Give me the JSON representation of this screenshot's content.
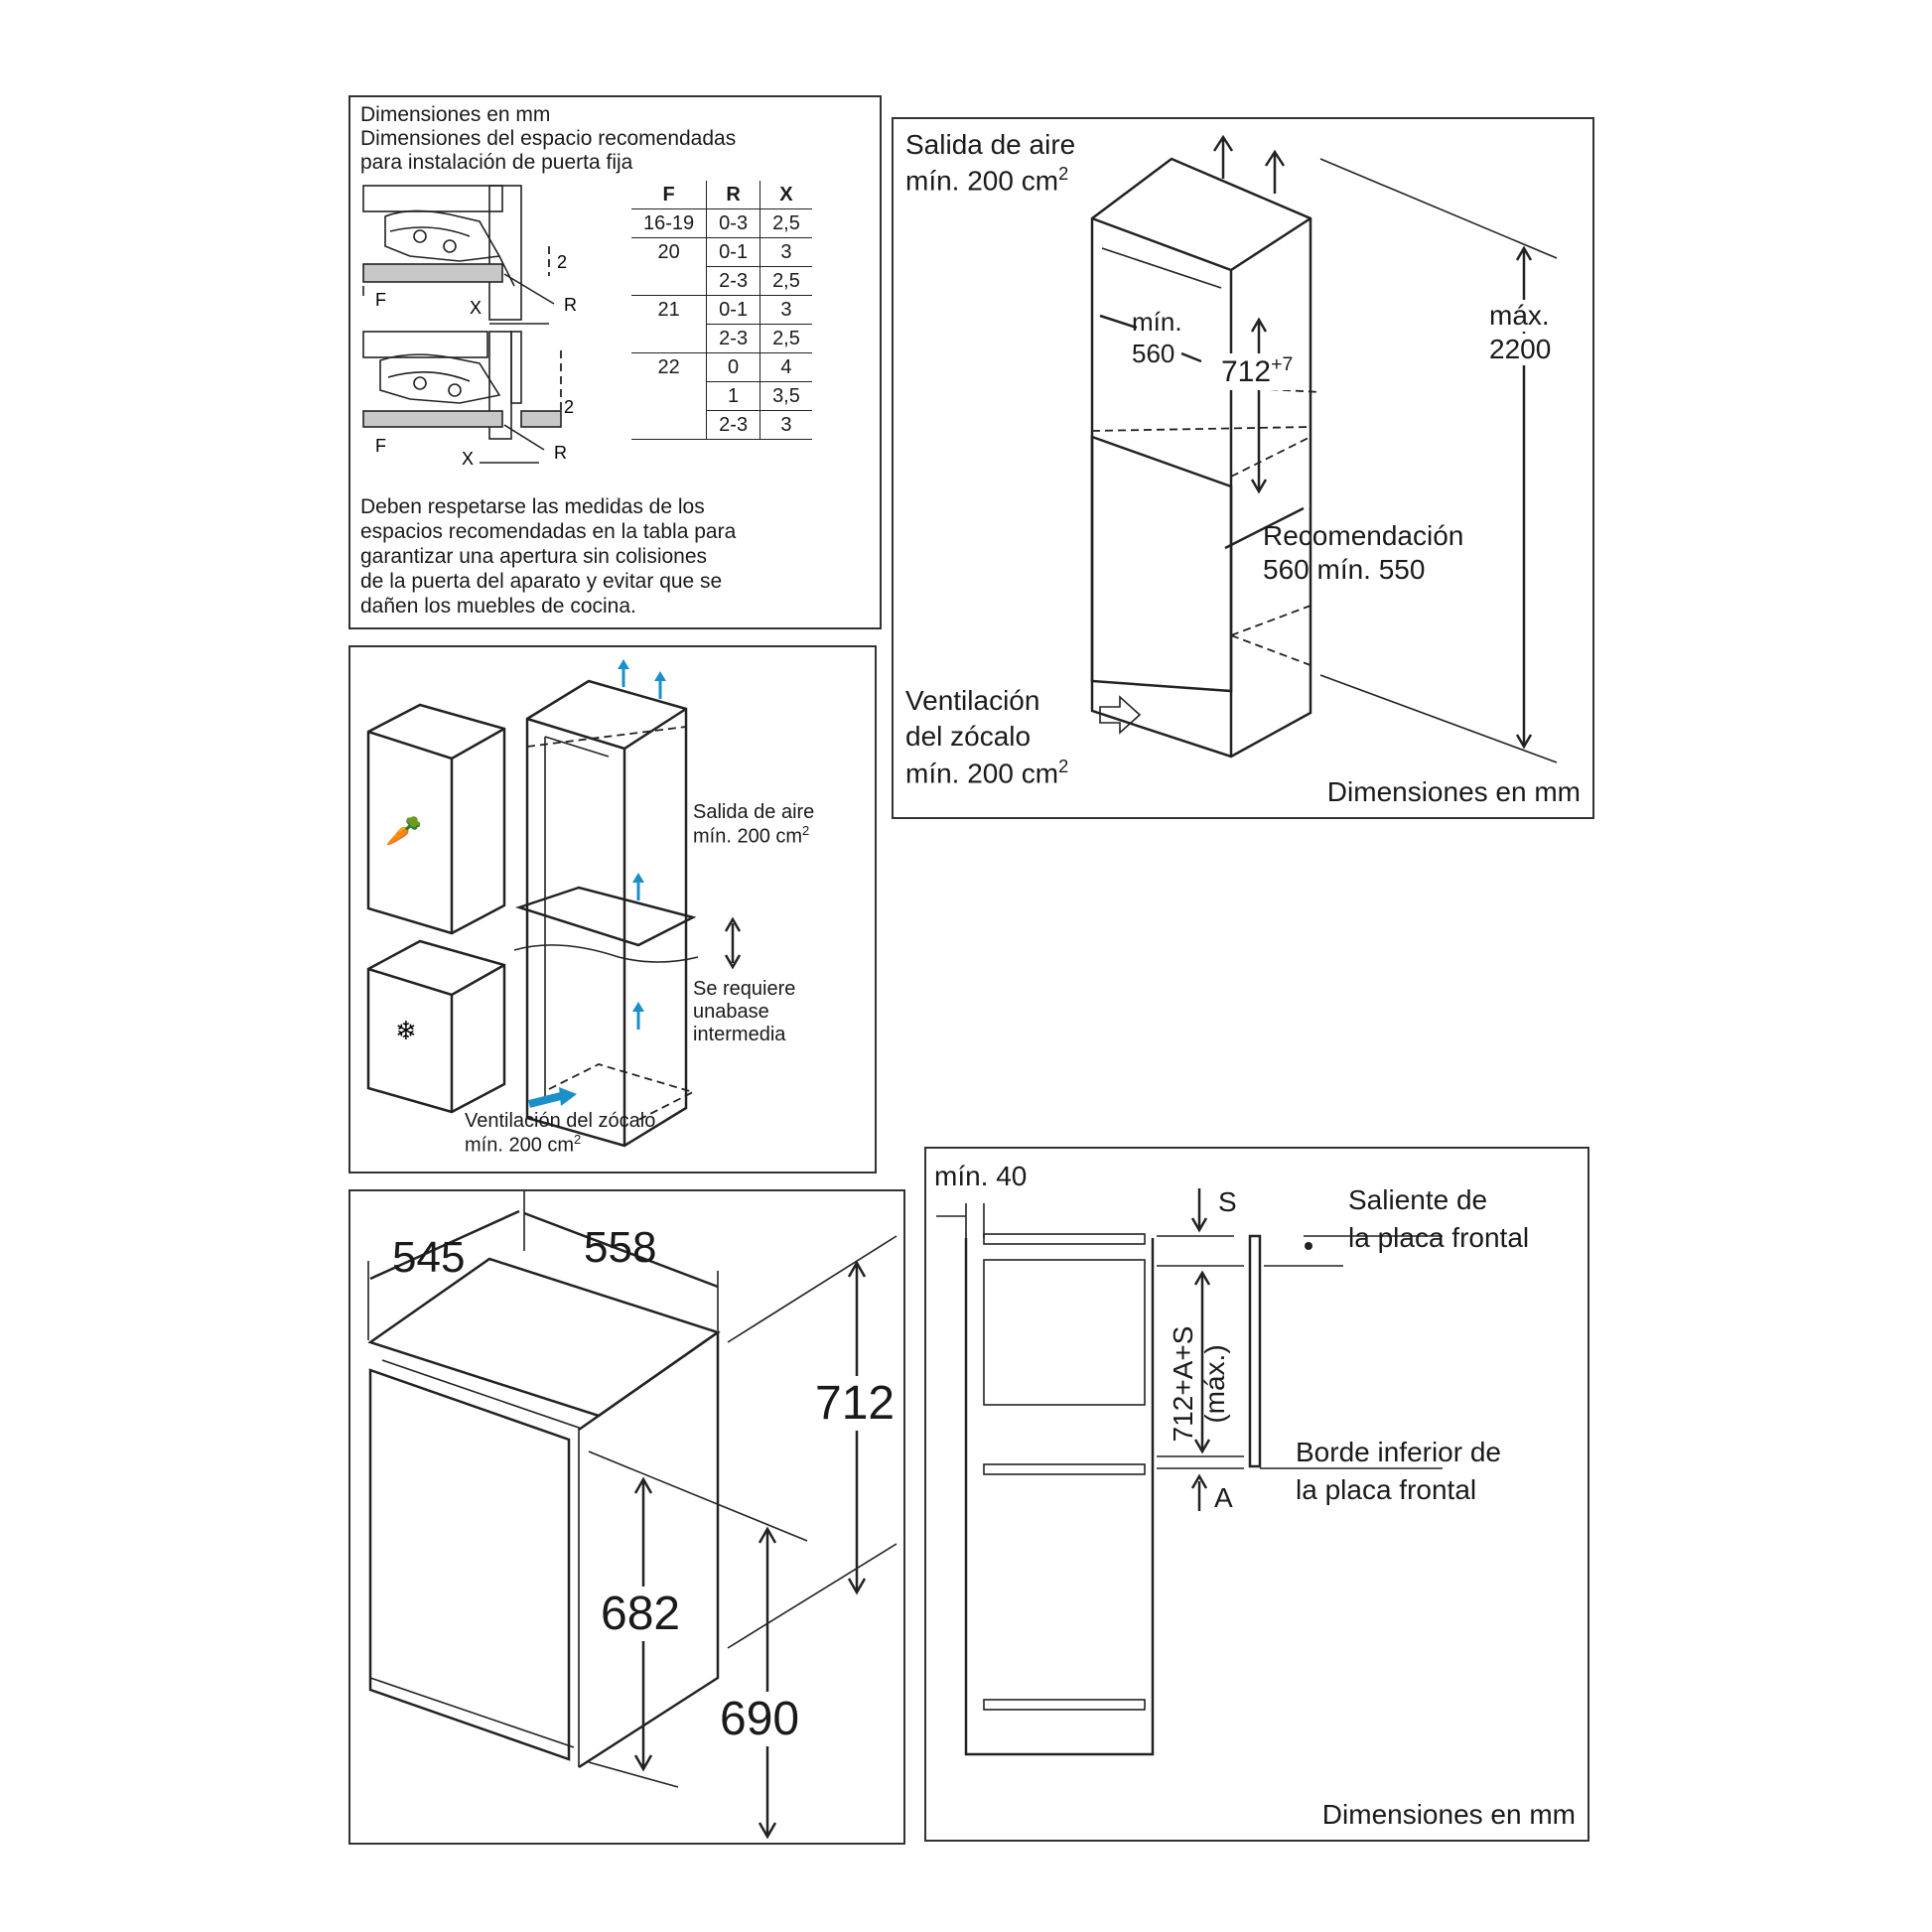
{
  "panel1": {
    "title": "Dimensiones en mm",
    "subtitle_line1": "Dimensiones del espacio recomendadas",
    "subtitle_line2": "para instalación de puerta fija",
    "diagram_labels": {
      "f": "F",
      "x": "X",
      "r": "R",
      "two": "2"
    },
    "table": {
      "headers": [
        "F",
        "R",
        "X"
      ],
      "rows": [
        [
          "16-19",
          "0-3",
          "2,5"
        ],
        [
          "20",
          "0-1",
          "3"
        ],
        [
          "",
          "2-3",
          "2,5"
        ],
        [
          "21",
          "0-1",
          "3"
        ],
        [
          "",
          "2-3",
          "2,5"
        ],
        [
          "22",
          "0",
          "4"
        ],
        [
          "",
          "1",
          "3,5"
        ],
        [
          "",
          "2-3",
          "3"
        ]
      ]
    },
    "note_lines": [
      "Deben respetarse las medidas de los",
      "espacios recomendadas en la tabla para",
      "garantizar una apertura sin colisiones",
      "de la puerta del aparato y evitar que se",
      "dañen los muebles de cocina."
    ]
  },
  "panel2": {
    "air_out_1": "Salida de aire",
    "air_out_2": "mín. 200 cm",
    "sup2": "2",
    "base_1": "Se requiere",
    "base_2": "unabase",
    "base_3": "intermedia",
    "vent_1": "Ventilación del zócalo",
    "vent_2": "mín. 200 cm",
    "sup2b": "2"
  },
  "panel3": {
    "air_out_1": "Salida de aire",
    "air_out_2": "mín. 200 cm",
    "sup2": "2",
    "min560_1": "mín.",
    "min560_2": "560",
    "h712": "712",
    "h712_sup": "+7",
    "max_1": "máx.",
    "max_2": "2200",
    "rec_1": "Recomendación",
    "rec_2": "560 mín. 550",
    "vent_1": "Ventilación",
    "vent_2": "del zócalo",
    "vent_3": "mín. 200 cm",
    "sup2b": "2",
    "units": "Dimensiones en mm"
  },
  "panel4": {
    "d545": "545",
    "d558": "558",
    "d712": "712",
    "d682": "682",
    "d690": "690"
  },
  "panel5": {
    "min40": "mín. 40",
    "s": "S",
    "a": "A",
    "vertical": "712+A+S",
    "vertical2": "(máx.)",
    "saliente_1": "Saliente de",
    "saliente_2": "la placa frontal",
    "borde_1": "Borde inferior de",
    "borde_2": "la placa frontal",
    "units": "Dimensiones en mm"
  }
}
